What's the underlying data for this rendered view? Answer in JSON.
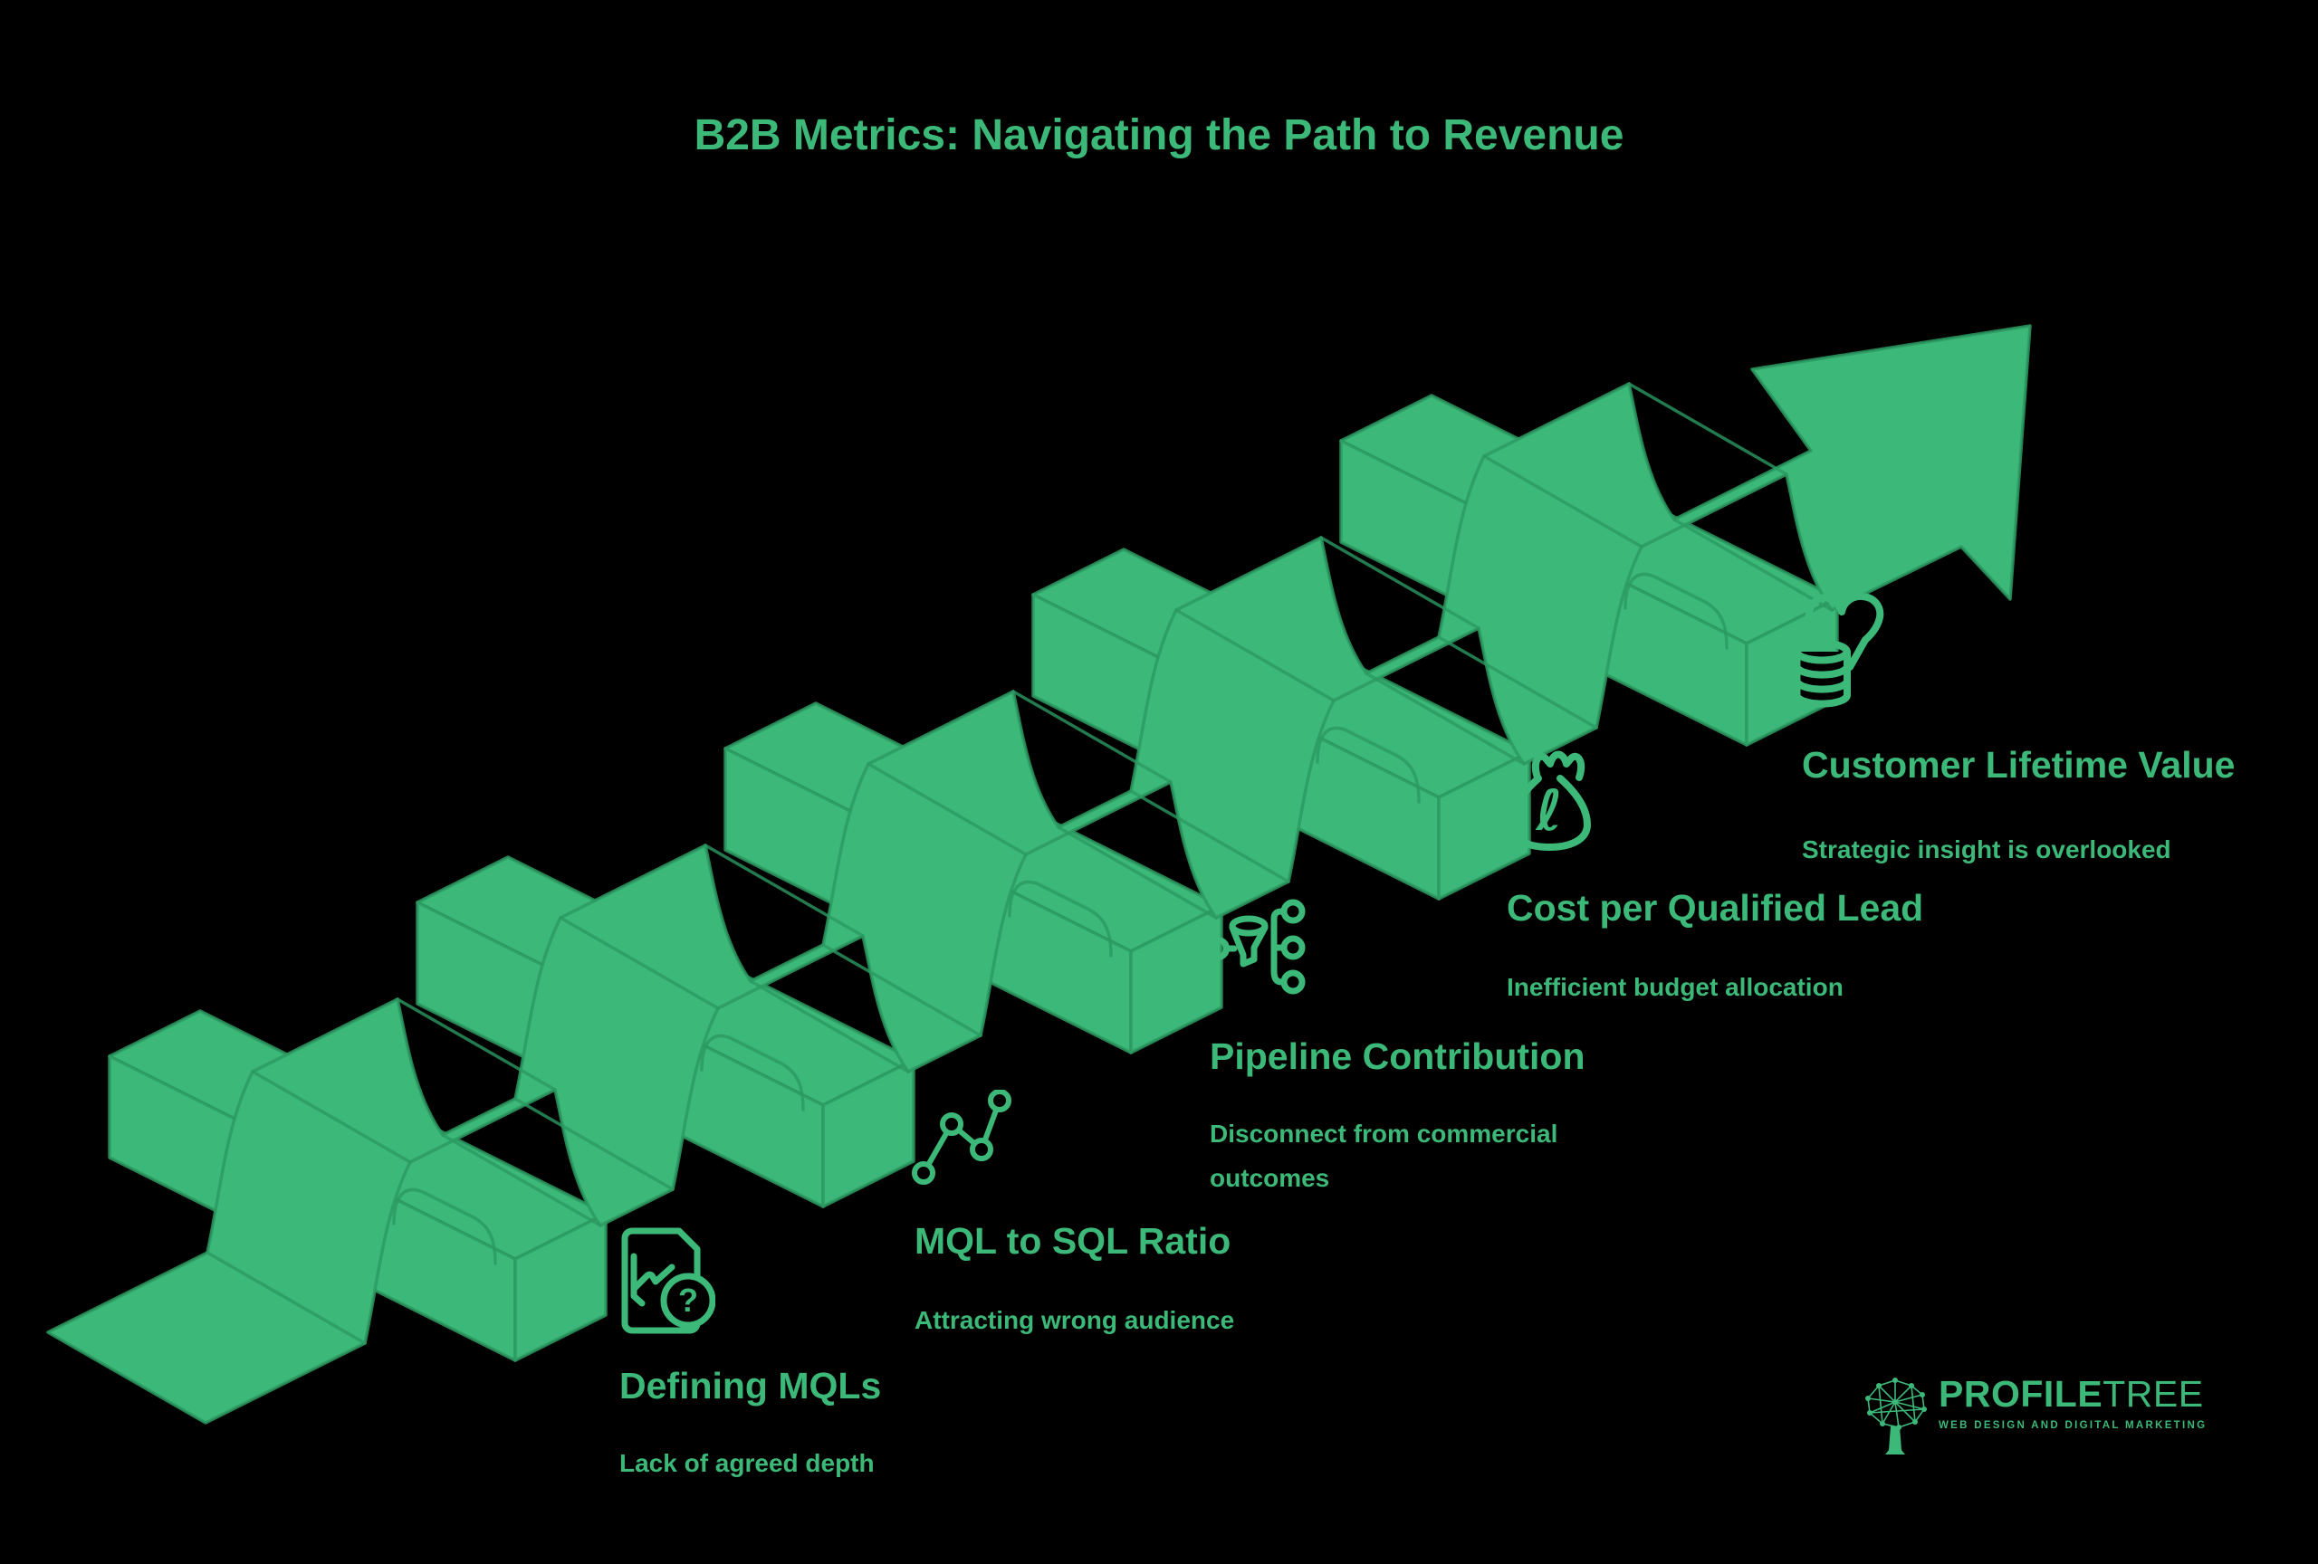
{
  "title": "B2B Metrics: Navigating the Path to Revenue",
  "colors": {
    "background": "#000000",
    "green": "#3CB878",
    "edge_outline": "#2B9A62"
  },
  "milestones": [
    {
      "icon": "document-chart-question-icon",
      "heading": "Defining MQLs",
      "description": "Lack of agreed depth"
    },
    {
      "icon": "dot-line-chart-icon",
      "heading": "MQL to SQL Ratio",
      "description": "Attracting wrong audience"
    },
    {
      "icon": "funnel-branch-icon",
      "heading": "Pipeline Contribution",
      "description": "Disconnect from commercial outcomes"
    },
    {
      "icon": "money-bag-icon",
      "heading": "Cost per Qualified Lead",
      "description": "Inefficient budget allocation"
    },
    {
      "icon": "coins-heart-icon",
      "heading": "Customer Lifetime Value",
      "description": "Strategic insight is overlooked"
    }
  ],
  "icon_glyphs": {
    "question_mark": "?",
    "pound": "ℓ"
  },
  "logo": {
    "name_part1": "PROFILE",
    "name_part2": "TREE",
    "tagline": "WEB DESIGN AND DIGITAL MARKETING"
  }
}
